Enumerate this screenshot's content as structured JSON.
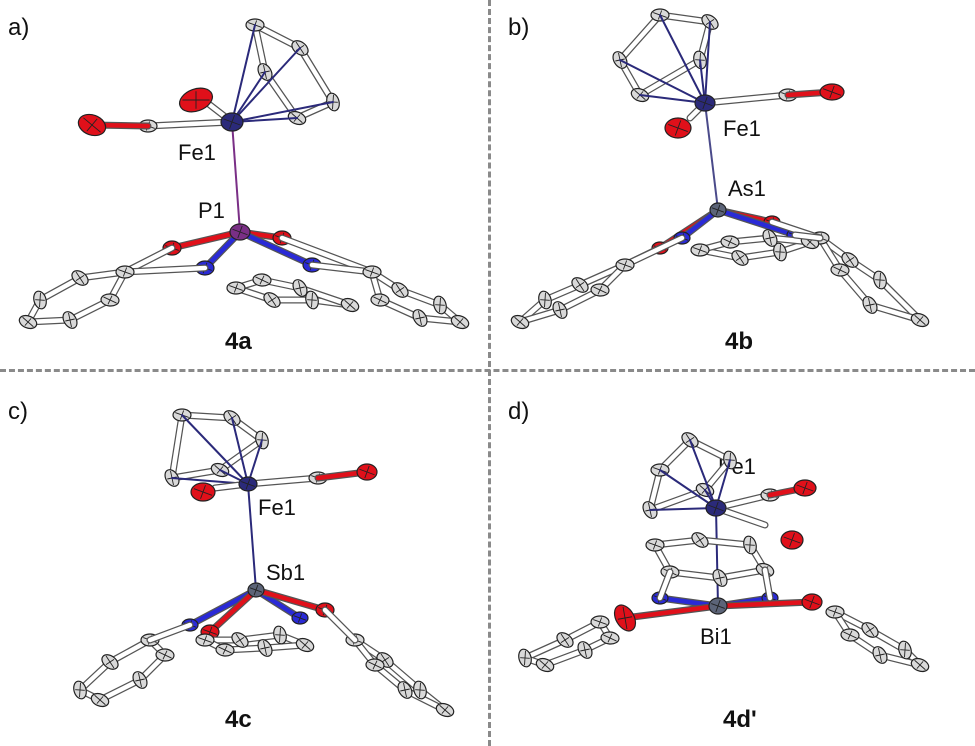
{
  "panels": [
    {
      "letter": "a)",
      "compound": "4a",
      "labels": {
        "metal": "Fe1",
        "pnictogen": "P1"
      }
    },
    {
      "letter": "b)",
      "compound": "4b",
      "labels": {
        "metal": "Fe1",
        "pnictogen": "As1"
      }
    },
    {
      "letter": "c)",
      "compound": "4c",
      "labels": {
        "metal": "Fe1",
        "pnictogen": "Sb1"
      }
    },
    {
      "letter": "d)",
      "compound": "4d'",
      "labels": {
        "metal": "Fe1",
        "pnictogen": "Bi1"
      }
    }
  ],
  "colors": {
    "carbon": "#d9d9d9",
    "oxygen": "#e0101a",
    "nitrogen": "#2a2ad6",
    "iron": "#2b2a7a",
    "phosphorus": "#7a2f86",
    "heavy": "#5c6478",
    "bond": "#ffffff",
    "divider": "#8a8a8a"
  }
}
